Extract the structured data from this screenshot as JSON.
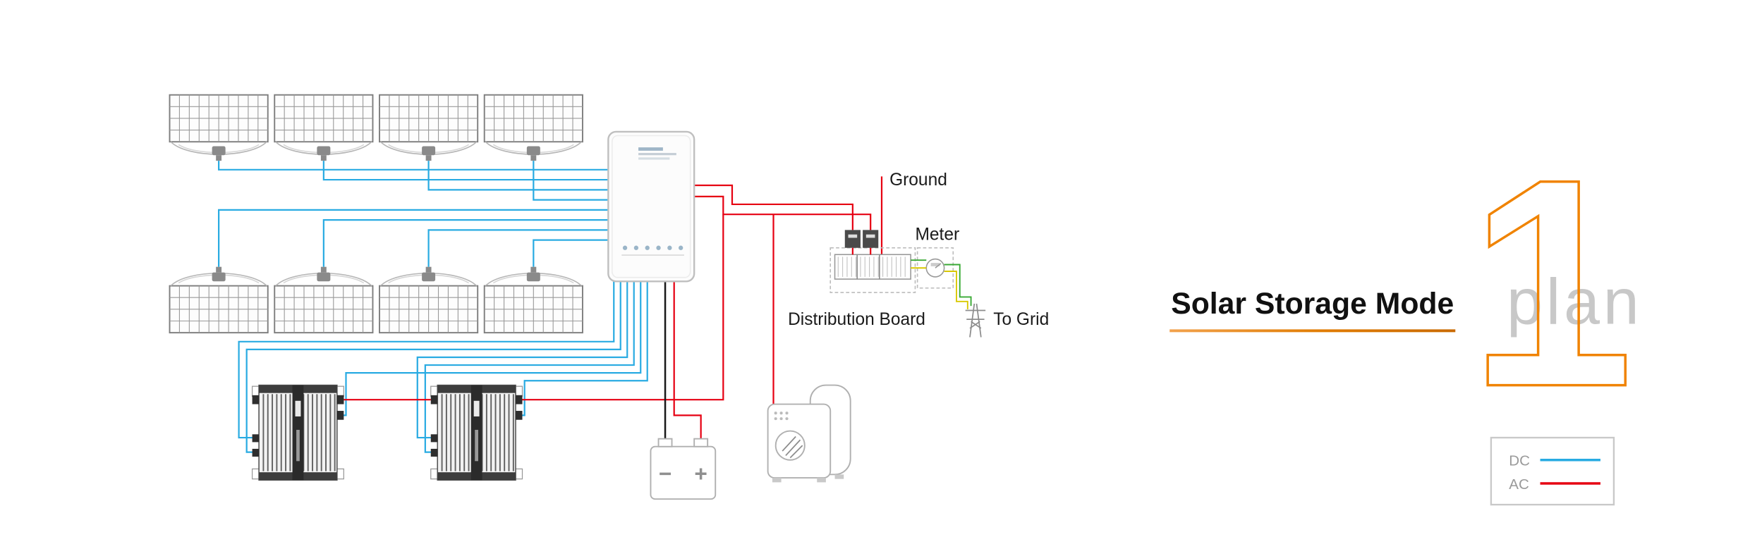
{
  "title": "Solar Storage Mode",
  "plan": {
    "number": "1",
    "label": "plan"
  },
  "labels": {
    "ground": "Ground",
    "meter": "Meter",
    "distribution_board": "Distribution Board",
    "to_grid": "To Grid"
  },
  "battery": {
    "minus": "−",
    "plus": "+"
  },
  "legend": {
    "dc": "DC",
    "ac": "AC"
  },
  "colors": {
    "dc_blue": "#29abe2",
    "ac_red": "#e60012",
    "accent_orange": "#f08300",
    "plan_gray": "#c8c8c8",
    "wire_black": "#1a1a1a",
    "wire_green": "#3aaa35",
    "wire_yellow": "#d8c800",
    "text_dark": "#1a1a1a"
  }
}
